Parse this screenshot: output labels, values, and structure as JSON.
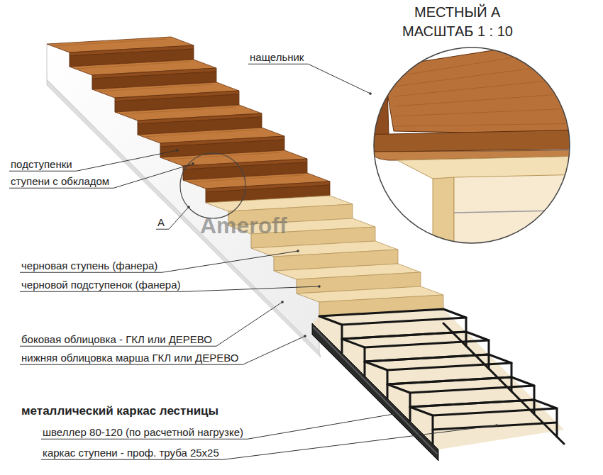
{
  "diagram": {
    "labels": [
      "МЕСТНЫЙ А",
      "МАСШТАБ 1 : 10",
      "нащельник",
      "подступенки",
      "ступени с обкладом",
      "А",
      "Ameroff",
      "черновая ступень (фанера)",
      "черновой подступенок (фанера)",
      "боковая облицовка - ГКЛ или ДЕРЕВО",
      "нижняя облицовка марша ГКЛ или ДЕРЕВО",
      "металлический каркас лестницы",
      "швеллер 80-120 (по расчетной нагрузке)",
      "каркас ступени - проф. труба 25x25"
    ]
  }
}
